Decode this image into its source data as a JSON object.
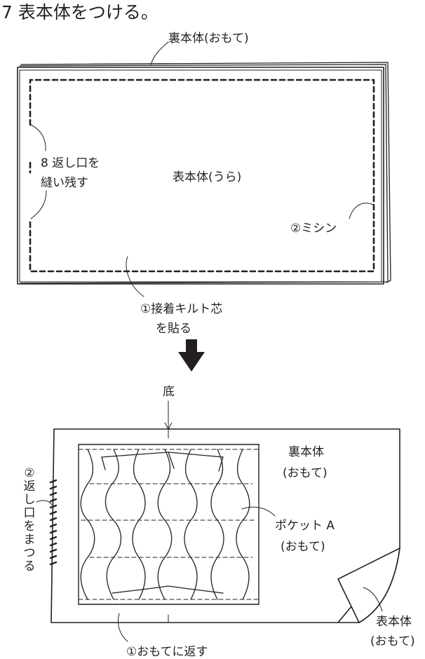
{
  "step": {
    "title": "7 表本体をつける。"
  },
  "figure_top": {
    "lining_label": "裏本体(おもて)",
    "outer_body_label": "表本体(うら)",
    "gap_label_line1": "8 返し口を",
    "gap_label_line2": "縫い残す",
    "sewing_label": "②ミシン",
    "quilt_label_line1": "①接着キルト芯",
    "quilt_label_line2": "を貼る"
  },
  "figure_bottom": {
    "bottom_label": "底",
    "lining_label_line1": "裏本体",
    "lining_label_line2": "(おもて)",
    "pocket_label_line1": "ポケット A",
    "pocket_label_line2": "(おもて)",
    "slipstitch_label": [
      "②",
      "返",
      "し",
      "口",
      "を",
      "ま",
      "つ",
      "る"
    ],
    "turn_label": "①おもてに返す",
    "outer_label_line1": "表本体",
    "outer_label_line2": "(おもて)"
  }
}
